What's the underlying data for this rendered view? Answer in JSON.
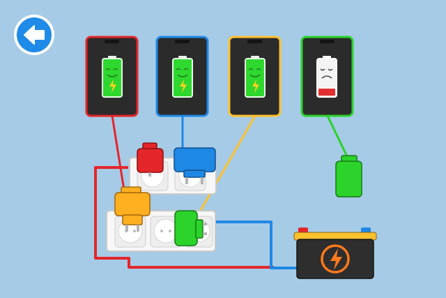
{
  "colors": {
    "background": "#a6cbe6",
    "cable_red": "#e3262a",
    "cable_blue": "#1e88e5",
    "cable_yellow": "#ffc12e",
    "cable_green": "#2bd32b",
    "phone_body": "#2b2b2b",
    "battery_full": "#2ed82e",
    "battery_low": "#e23030",
    "bolt_orange": "#ff7a1a"
  },
  "back_button": {
    "icon": "arrow-left-icon",
    "fill": "#1e8be8"
  },
  "phones": [
    {
      "id": "phone-1",
      "color": "red",
      "charge": 1.0,
      "mood": "happy"
    },
    {
      "id": "phone-2",
      "color": "blue",
      "charge": 1.0,
      "mood": "happy"
    },
    {
      "id": "phone-3",
      "color": "yellow",
      "charge": 1.0,
      "mood": "happy"
    },
    {
      "id": "phone-4",
      "color": "green",
      "charge": 0.15,
      "mood": "sad"
    }
  ],
  "plugs": [
    {
      "id": "plug-red",
      "color": "red",
      "state": "plugged"
    },
    {
      "id": "plug-blue",
      "color": "blue",
      "state": "plugged"
    },
    {
      "id": "plug-yellow",
      "color": "yellow",
      "state": "plugged"
    },
    {
      "id": "plug-green-loose",
      "color": "green",
      "state": "unplugged"
    },
    {
      "id": "plug-green-strip",
      "color": "green",
      "state": "plugged"
    }
  ],
  "power_strips": [
    {
      "id": "strip-upper",
      "sockets": 2
    },
    {
      "id": "strip-lower",
      "sockets": 3
    }
  ],
  "battery": {
    "icon": "lightning-bolt-icon"
  }
}
